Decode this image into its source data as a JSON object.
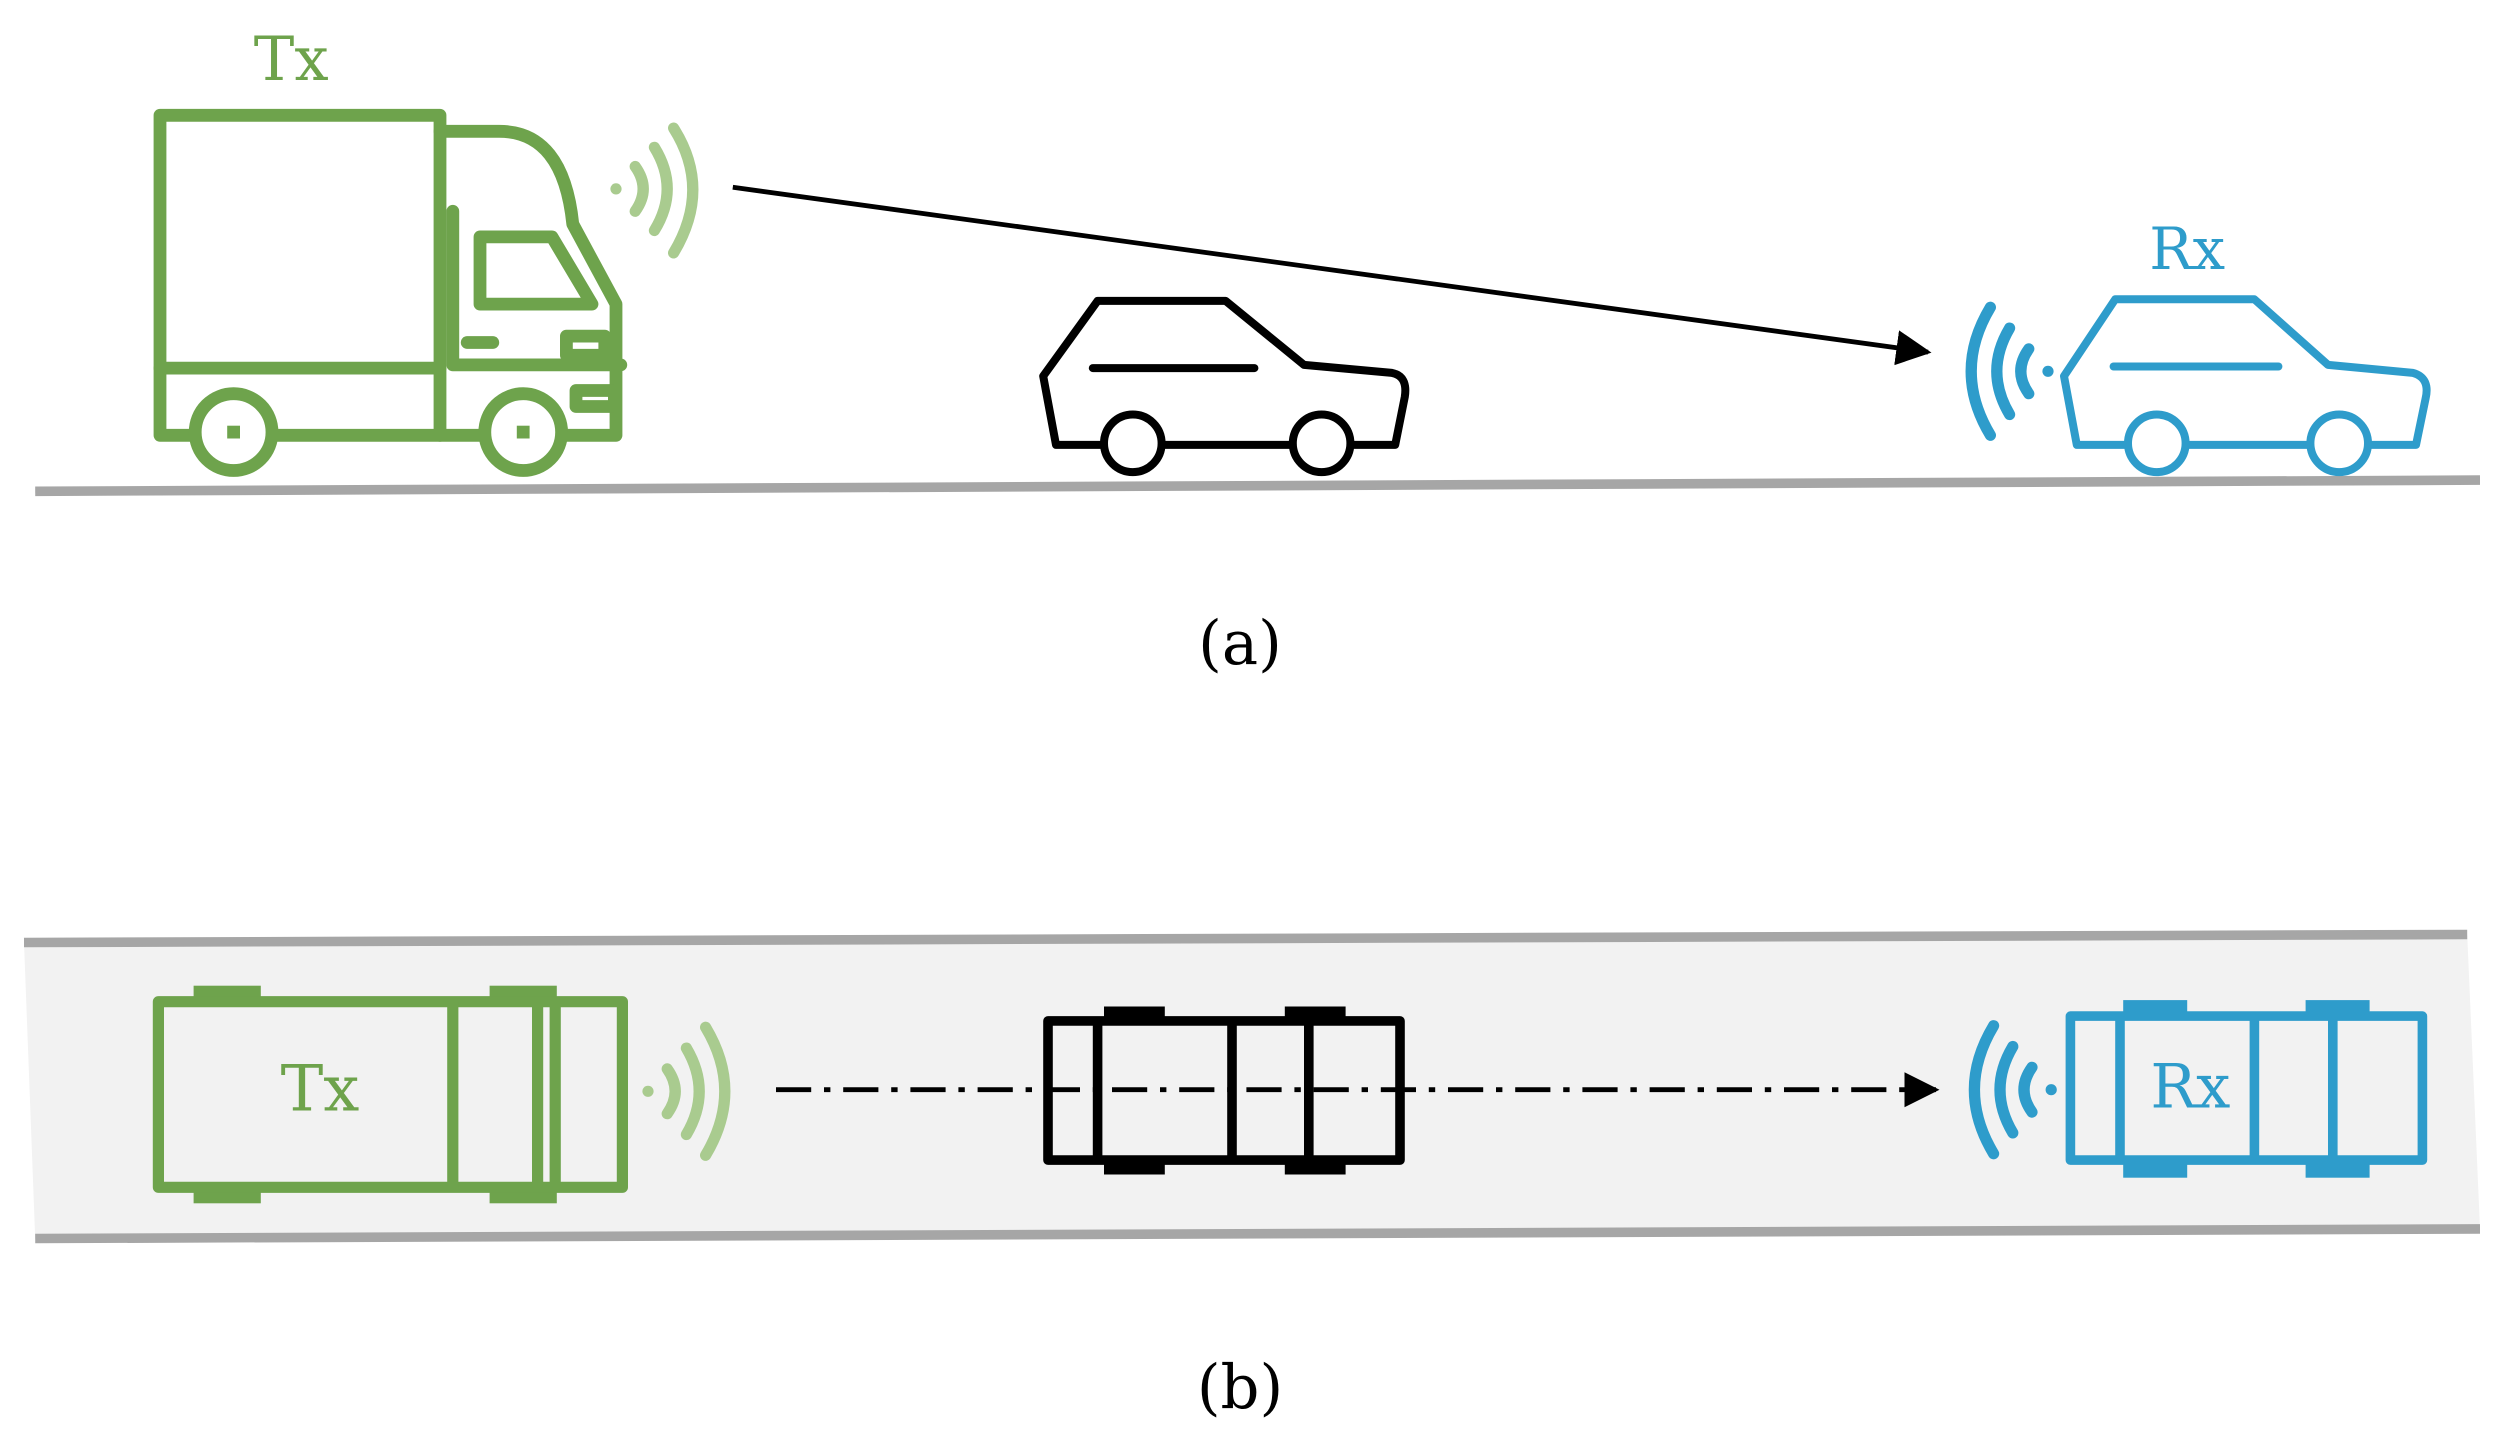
{
  "colors": {
    "tx": "#6ea34c",
    "tx_light": "#a9cb8f",
    "rx": "#2e9ccb",
    "obstacle": "#000000",
    "road_line": "#a6a6a6",
    "road_fill": "#f2f2f2"
  },
  "panel_a": {
    "tx_label": "Tx",
    "rx_label": "Rx",
    "caption": "(a)",
    "icons": [
      "truck-side-icon",
      "car-side-icon",
      "car-side-icon",
      "wireless-signal-icon"
    ]
  },
  "panel_b": {
    "tx_label": "Tx",
    "rx_label": "Rx",
    "caption": "(b)",
    "icons": [
      "truck-top-icon",
      "car-top-icon",
      "car-top-icon",
      "wireless-signal-icon"
    ]
  }
}
